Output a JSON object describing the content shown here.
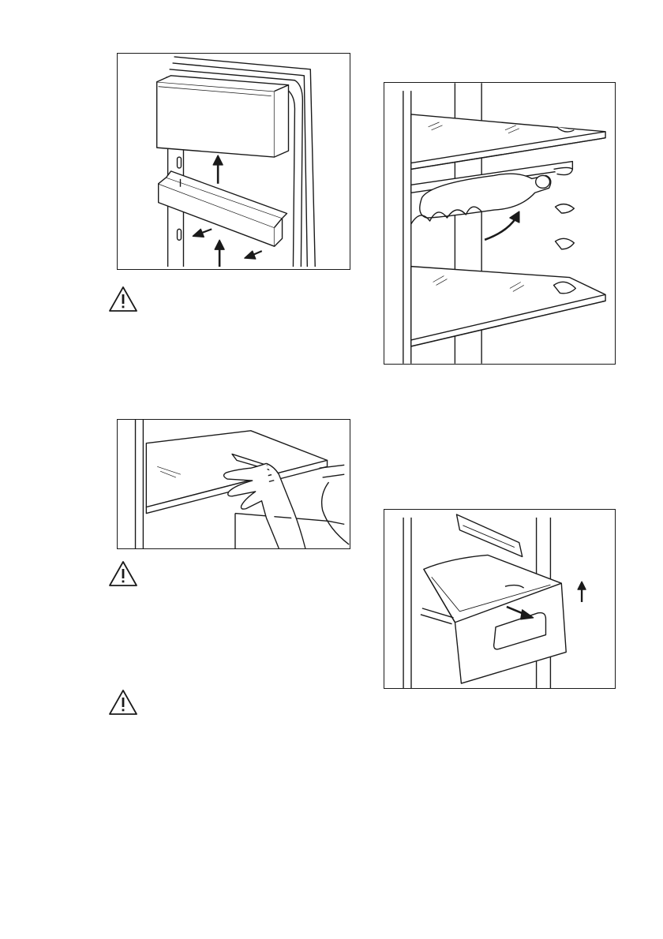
{
  "figures": [
    {
      "id": "door-shelves",
      "icons": [
        "arrow-up-icon",
        "arrow-left-icon"
      ]
    },
    {
      "id": "glass-shelf-removal",
      "icons": [
        "hand-icon"
      ]
    },
    {
      "id": "bottle-rack",
      "icons": [
        "curved-arrow-icon"
      ]
    },
    {
      "id": "vegetable-drawer",
      "icons": [
        "arrow-out-icon",
        "arrow-up-icon"
      ]
    }
  ],
  "warnings": [
    {
      "icon": "warning-triangle-icon"
    },
    {
      "icon": "warning-triangle-icon"
    },
    {
      "icon": "warning-triangle-icon"
    }
  ]
}
